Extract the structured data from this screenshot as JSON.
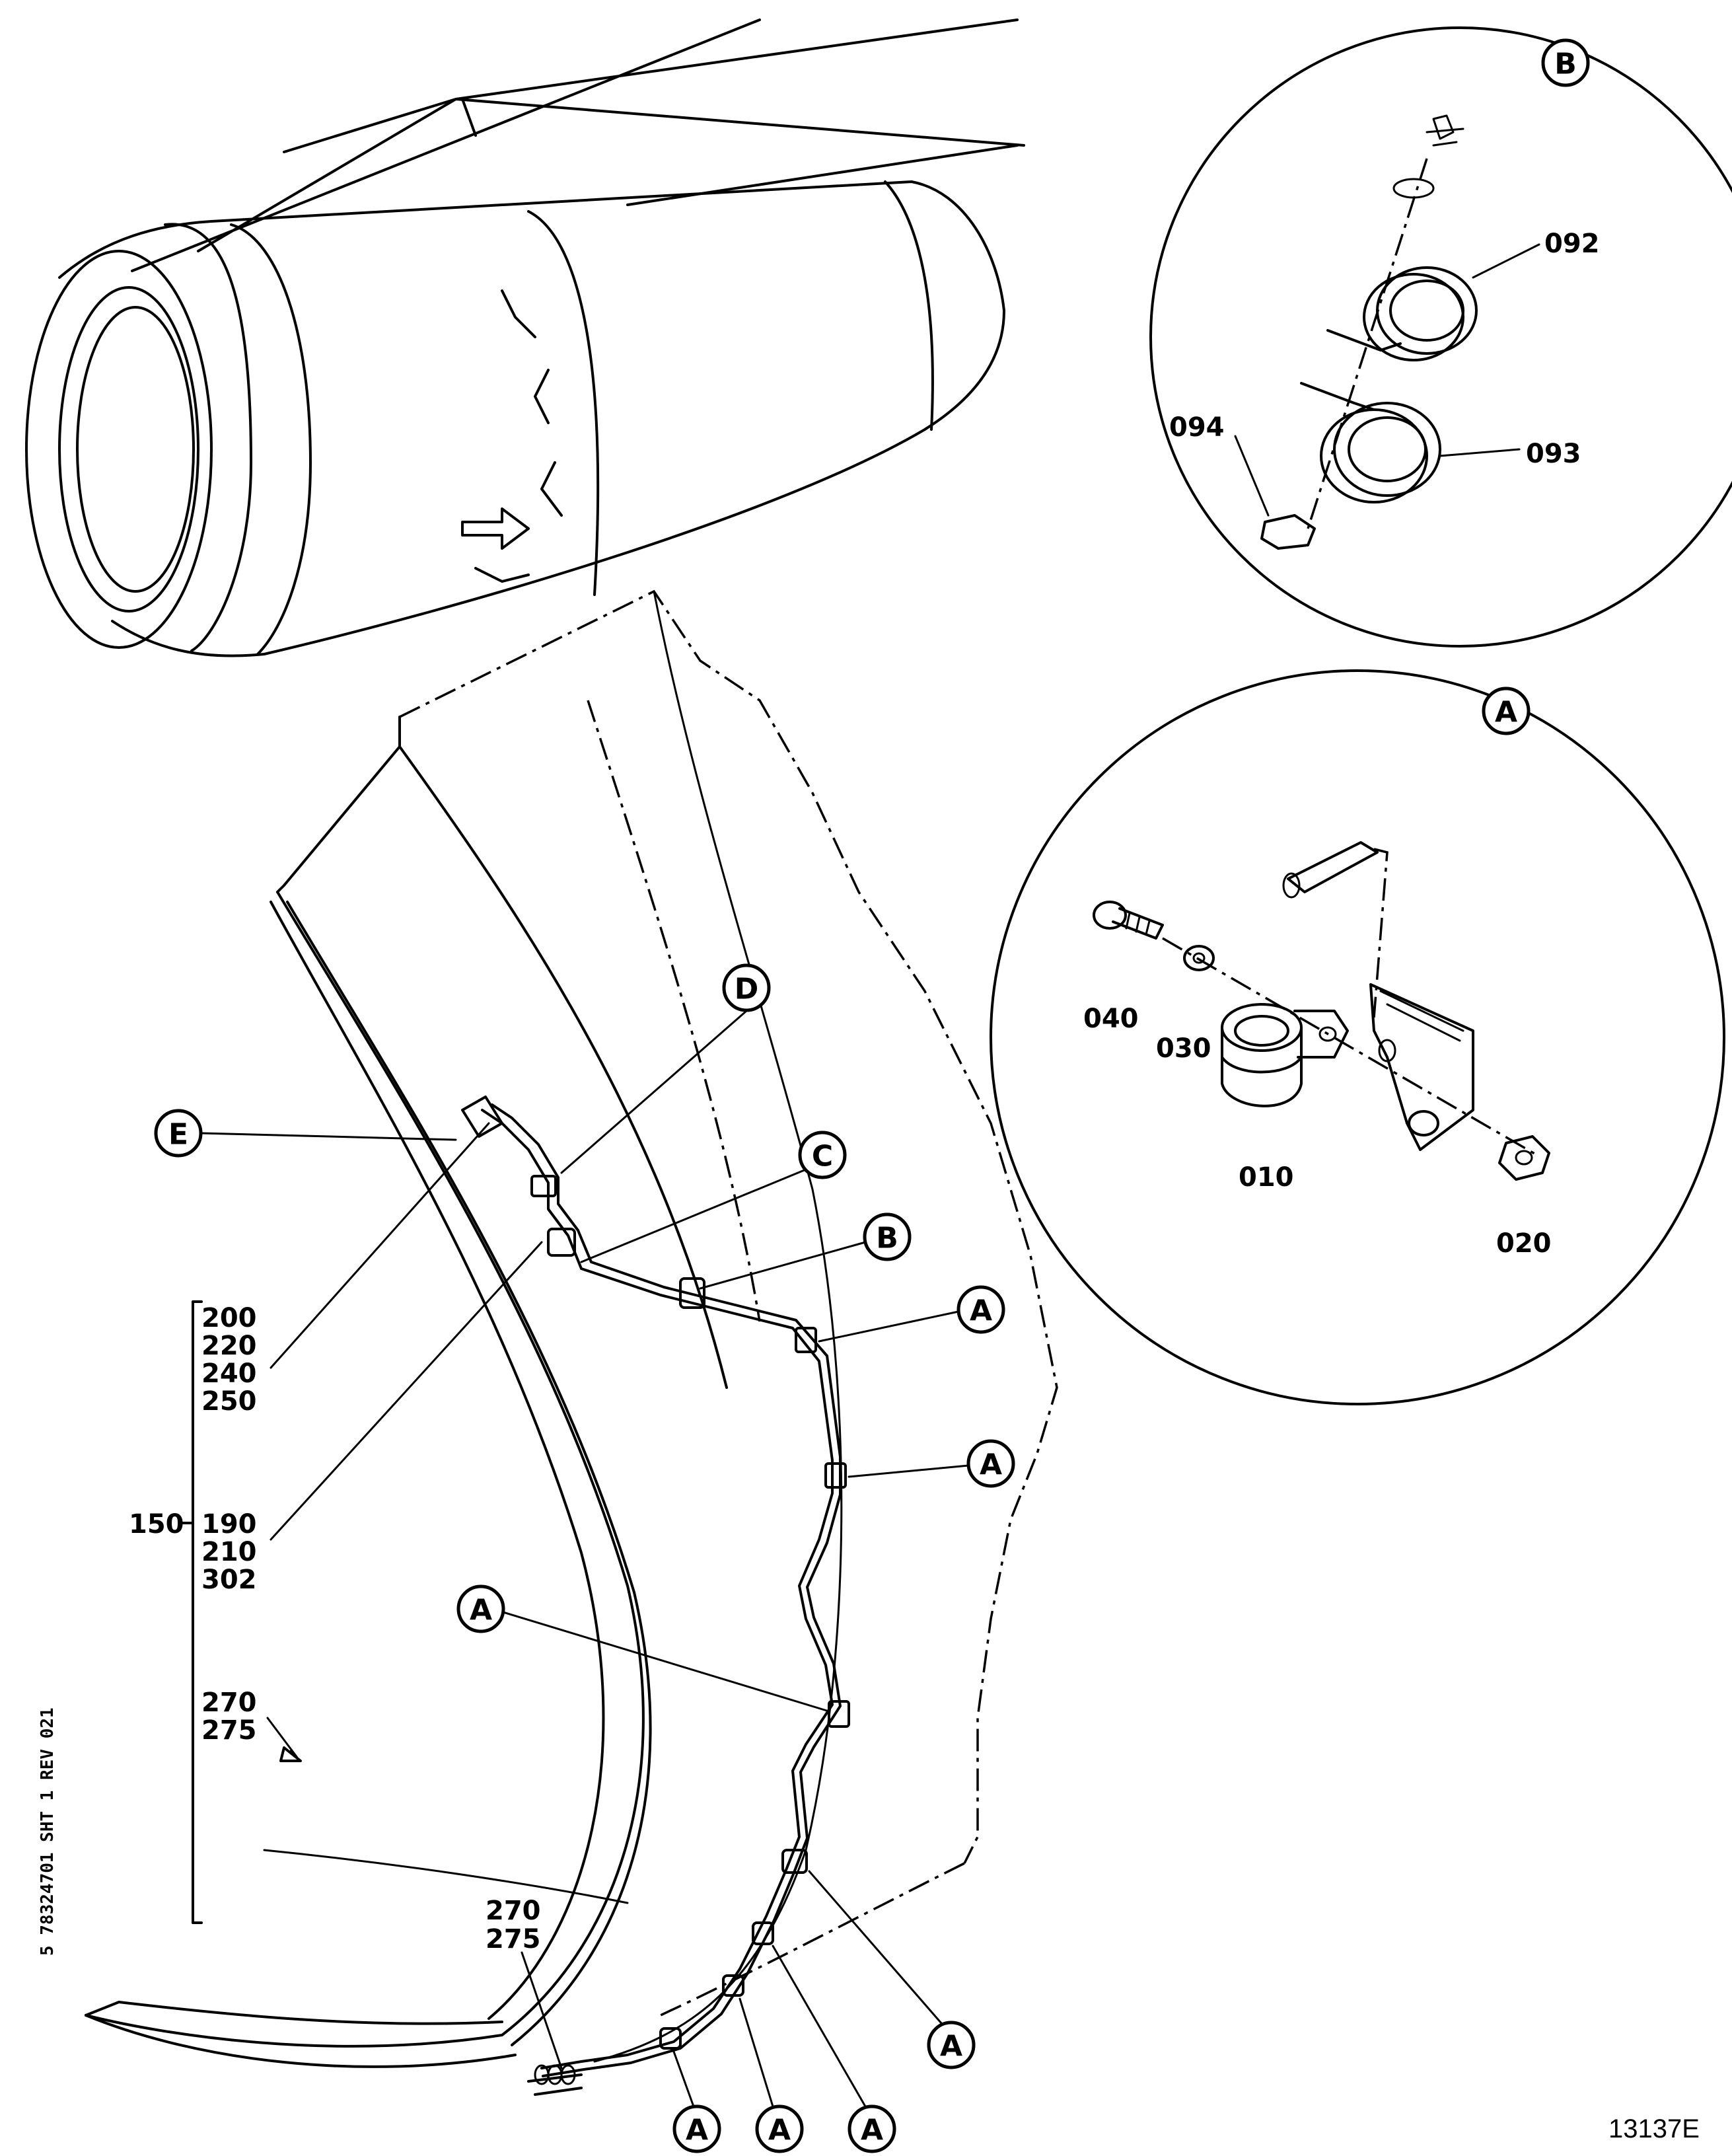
{
  "figure_id": "13137E",
  "sheet_ref": "5  78324701   SHT   1  REV  021",
  "callouts": {
    "A": "A",
    "B": "B",
    "C": "C",
    "D": "D",
    "E": "E"
  },
  "detail_A": {
    "letter": "A",
    "parts": [
      "040",
      "030",
      "010",
      "020"
    ]
  },
  "detail_B": {
    "letter": "B",
    "parts": [
      "092",
      "093",
      "094"
    ]
  },
  "bracket_group": {
    "top": [
      "200",
      "220",
      "240",
      "250"
    ],
    "mid_prefix": "150",
    "mid": [
      "190",
      "210",
      "302"
    ],
    "bottom": [
      "270",
      "275"
    ]
  },
  "lower_label": [
    "270",
    "275"
  ]
}
